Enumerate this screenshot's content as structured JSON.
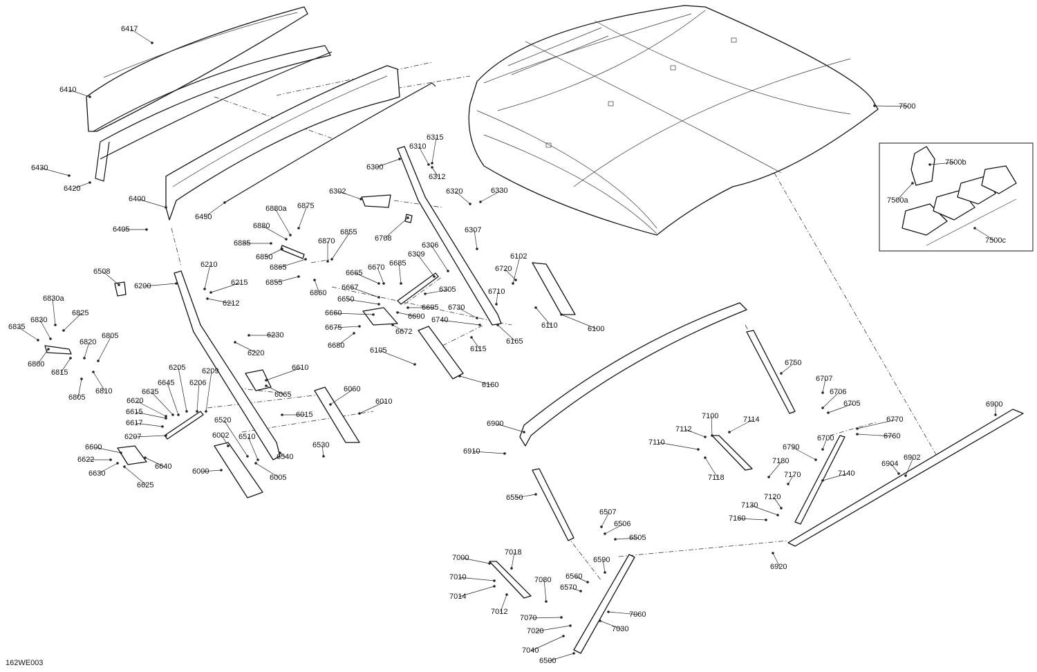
{
  "diagram_code": "162WE003",
  "labels": [
    "6417",
    "6410",
    "6430",
    "6420",
    "6400",
    "6405",
    "6450",
    "6302",
    "6300",
    "6310",
    "6315",
    "6312",
    "6320",
    "6330",
    "6307",
    "6306",
    "6309",
    "6305",
    "6708",
    "6875",
    "6880a",
    "6880",
    "6885",
    "6850",
    "6865",
    "6870",
    "6855",
    "6855",
    "6860",
    "6508",
    "6200",
    "6210",
    "6215",
    "6212",
    "6220",
    "6230",
    "6830a",
    "6825",
    "6830",
    "6835",
    "6800",
    "6815",
    "6820",
    "6805",
    "6805",
    "6810",
    "6665",
    "6670",
    "6685",
    "6667",
    "6650",
    "6660",
    "6675",
    "6680",
    "6690",
    "6672",
    "6695",
    "6730",
    "6740",
    "6710",
    "6720",
    "6102",
    "6165",
    "6110",
    "6100",
    "6115",
    "6105",
    "6160",
    "6610",
    "6065",
    "6060",
    "6010",
    "6015",
    "6530",
    "6205",
    "6645",
    "6206",
    "6209",
    "6635",
    "6620",
    "6615",
    "6617",
    "6207",
    "6002",
    "6520",
    "6510",
    "6540",
    "6005",
    "6600",
    "6622",
    "6630",
    "6640",
    "6625",
    "6000",
    "7500",
    "7500b",
    "7500a",
    "7500c",
    "6750",
    "6707",
    "6706",
    "6705",
    "6900",
    "6910",
    "6550",
    "7100",
    "7114",
    "7112",
    "7110",
    "7118",
    "6790",
    "6700",
    "7180",
    "7170",
    "7140",
    "7120",
    "7130",
    "7160",
    "6770",
    "6760",
    "6900",
    "6904",
    "6902",
    "6507",
    "6506",
    "6505",
    "6590",
    "6560",
    "6570",
    "7000",
    "7018",
    "7010",
    "7014",
    "7012",
    "7080",
    "7070",
    "7020",
    "7040",
    "6500",
    "7060",
    "7030",
    "6920"
  ]
}
